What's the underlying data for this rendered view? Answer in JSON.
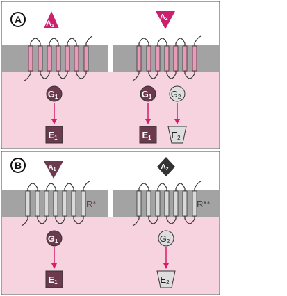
{
  "panels": [
    {
      "letter": "A",
      "agonists": [
        {
          "label": "A",
          "sub": "1",
          "shape": "triangle-up",
          "color": "#cc1f6e"
        },
        {
          "label": "A",
          "sub": "2",
          "shape": "triangle-down",
          "color": "#cc1f6e"
        }
      ],
      "receptor_labels": [
        "",
        ""
      ],
      "g_proteins": [
        {
          "label": "G",
          "sub": "1",
          "style": "dark"
        },
        {
          "label": "G",
          "sub": "1",
          "style": "dark"
        },
        {
          "label": "G",
          "sub": "2",
          "style": "light"
        }
      ],
      "effectors": [
        {
          "label": "E",
          "sub": "1",
          "style": "dark"
        },
        {
          "label": "E",
          "sub": "1",
          "style": "dark"
        },
        {
          "label": "E",
          "sub": "2",
          "style": "light"
        }
      ]
    },
    {
      "letter": "B",
      "agonists": [
        {
          "label": "A",
          "sub": "1",
          "shape": "triangle-down",
          "color": "#6b3a4d"
        },
        {
          "label": "A",
          "sub": "2",
          "shape": "diamond",
          "color": "#333333"
        }
      ],
      "receptor_labels": [
        "R*",
        "R**"
      ],
      "g_proteins": [
        {
          "label": "G",
          "sub": "1",
          "style": "dark"
        },
        {
          "label": "G",
          "sub": "2",
          "style": "light"
        }
      ],
      "effectors": [
        {
          "label": "E",
          "sub": "1",
          "style": "dark"
        },
        {
          "label": "E",
          "sub": "2",
          "style": "light"
        }
      ]
    }
  ],
  "colors": {
    "pink_bg": "#f7d3df",
    "membrane": "#a3a3a3",
    "arrow": "#d81b6a",
    "dark_node": "#6b3a4d",
    "light_node": "#dedede",
    "helix_active": "#e89ab9",
    "helix_inactive": "#d9d9d9"
  }
}
